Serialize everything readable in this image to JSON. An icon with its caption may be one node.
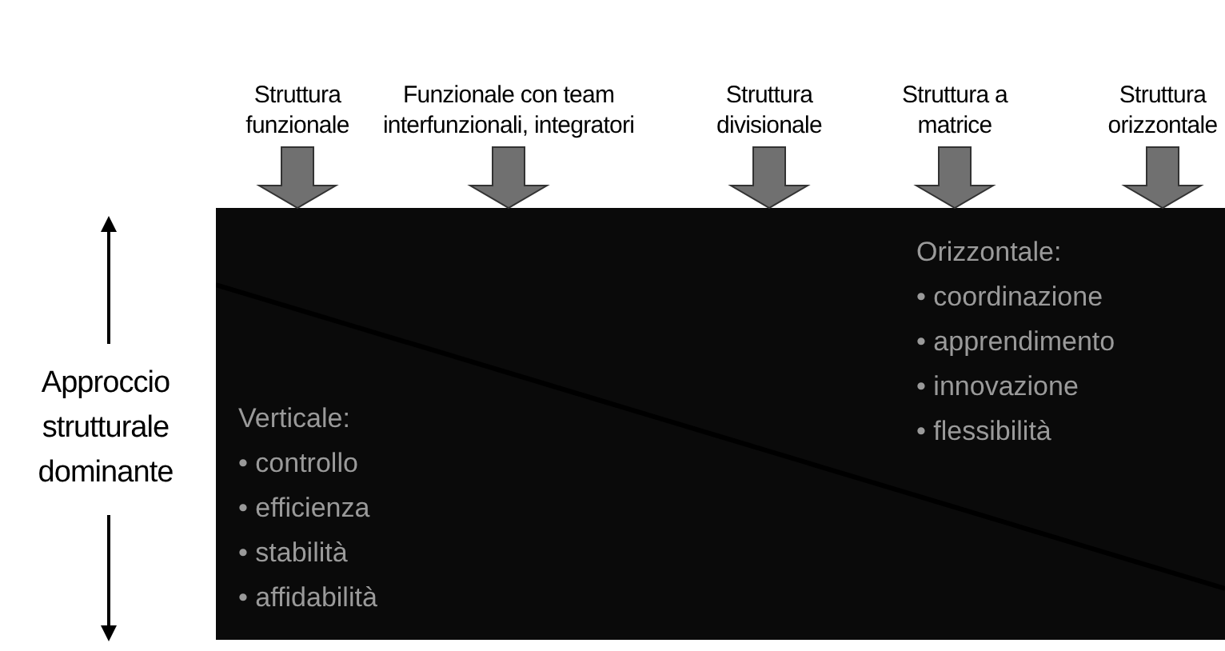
{
  "diagram": {
    "nodes": [
      {
        "text": [
          "Struttura funzionale"
        ]
      },
      {
        "text": [
          "Funzionale con team interfunzionali, integratori"
        ]
      },
      {
        "text": [
          "Struttura divisionale"
        ]
      },
      {
        "text": [
          "Struttura a matrice"
        ]
      },
      {
        "text": [
          "Struttura orizzontale"
        ]
      },
      {
        "text": [],
        "shape": "box"
      },
      {
        "text": [
          "Verticale:",
          "• controllo",
          "• efficienza",
          "• stabilità",
          "• affidabilità"
        ],
        "in": 5
      },
      {
        "text": [
          "Orizzontale:",
          "• coordinazione",
          "• apprendimento",
          "• innovazione",
          "• flessibilità"
        ],
        "in": 5
      }
    ],
    "edges": [
      {
        "from": 0,
        "to": 5,
        "arrow": "to"
      },
      {
        "from": 1,
        "to": 5,
        "arrow": "to"
      },
      {
        "from": 2,
        "to": 5,
        "arrow": "to"
      },
      {
        "from": 3,
        "to": 5,
        "arrow": "to"
      },
      {
        "from": 4,
        "to": 5,
        "arrow": "to"
      }
    ],
    "labels": [
      "Approccio strutturale dominante"
    ]
  }
}
